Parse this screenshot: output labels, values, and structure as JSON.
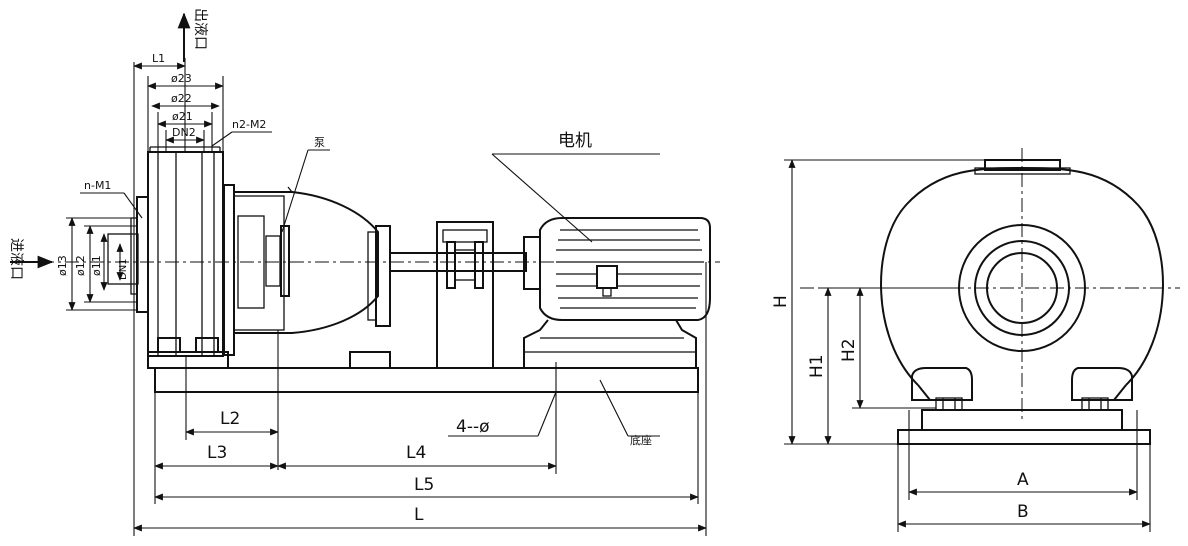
{
  "labels": {
    "outlet": "出液口",
    "inlet": "进液口",
    "motor": "电机",
    "pump": "泵",
    "base": "底座",
    "l1": "L1",
    "d23": "ø23",
    "d22": "ø22",
    "d21": "ø21",
    "dn2": "DN2",
    "n2m2": "n2-M2",
    "nm1": "n-M1",
    "d13": "ø13",
    "d12": "ø12",
    "d11": "ø11",
    "dn1": "DN1",
    "l2": "L2",
    "l3": "L3",
    "l4": "L4",
    "l5": "L5",
    "l": "L",
    "holes": "4--ø",
    "h": "H",
    "h1": "H1",
    "h2": "H2",
    "a": "A",
    "b": "B"
  }
}
